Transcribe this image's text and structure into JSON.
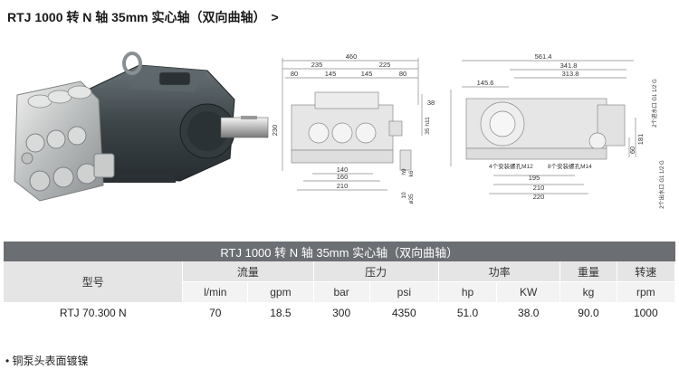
{
  "page": {
    "title": "RTJ 1000 转 N 轴 35mm 实心轴（双向曲轴）",
    "title_arrow": ">"
  },
  "drawing": {
    "front": {
      "dims_top": [
        "460",
        "235",
        "225",
        "80",
        "145",
        "145",
        "80"
      ],
      "dims_bottom": [
        "140",
        "160",
        "210"
      ],
      "shaft_labels": [
        "38",
        "35 h11",
        "10",
        "ø35",
        "h9",
        "k6"
      ],
      "height": "230"
    },
    "side": {
      "dims_top": [
        "561.4",
        "341.8",
        "313.8",
        "145.6"
      ],
      "dims_bottom": [
        "195",
        "210",
        "220"
      ],
      "right_dims": [
        "181",
        "60"
      ],
      "labels": [
        "4个安装螺孔M12",
        "8个安装螺孔M14",
        "2个进水口 G1 1/2 G",
        "2个出水口 G1 1/2 G"
      ]
    }
  },
  "table": {
    "caption": "RTJ 1000 转 N 轴 35mm 实心轴（双向曲轴）",
    "model_header": "型号",
    "groups": [
      "流量",
      "压力",
      "功率",
      "重量",
      "转速"
    ],
    "units": [
      "l/min",
      "gpm",
      "bar",
      "psi",
      "hp",
      "KW",
      "kg",
      "rpm"
    ],
    "rows": [
      {
        "model": "RTJ 70.300 N",
        "values": [
          "70",
          "18.5",
          "300",
          "4350",
          "51.0",
          "38.0",
          "90.0",
          "1000"
        ]
      }
    ]
  },
  "note": "• 铜泵头表面镀镍"
}
